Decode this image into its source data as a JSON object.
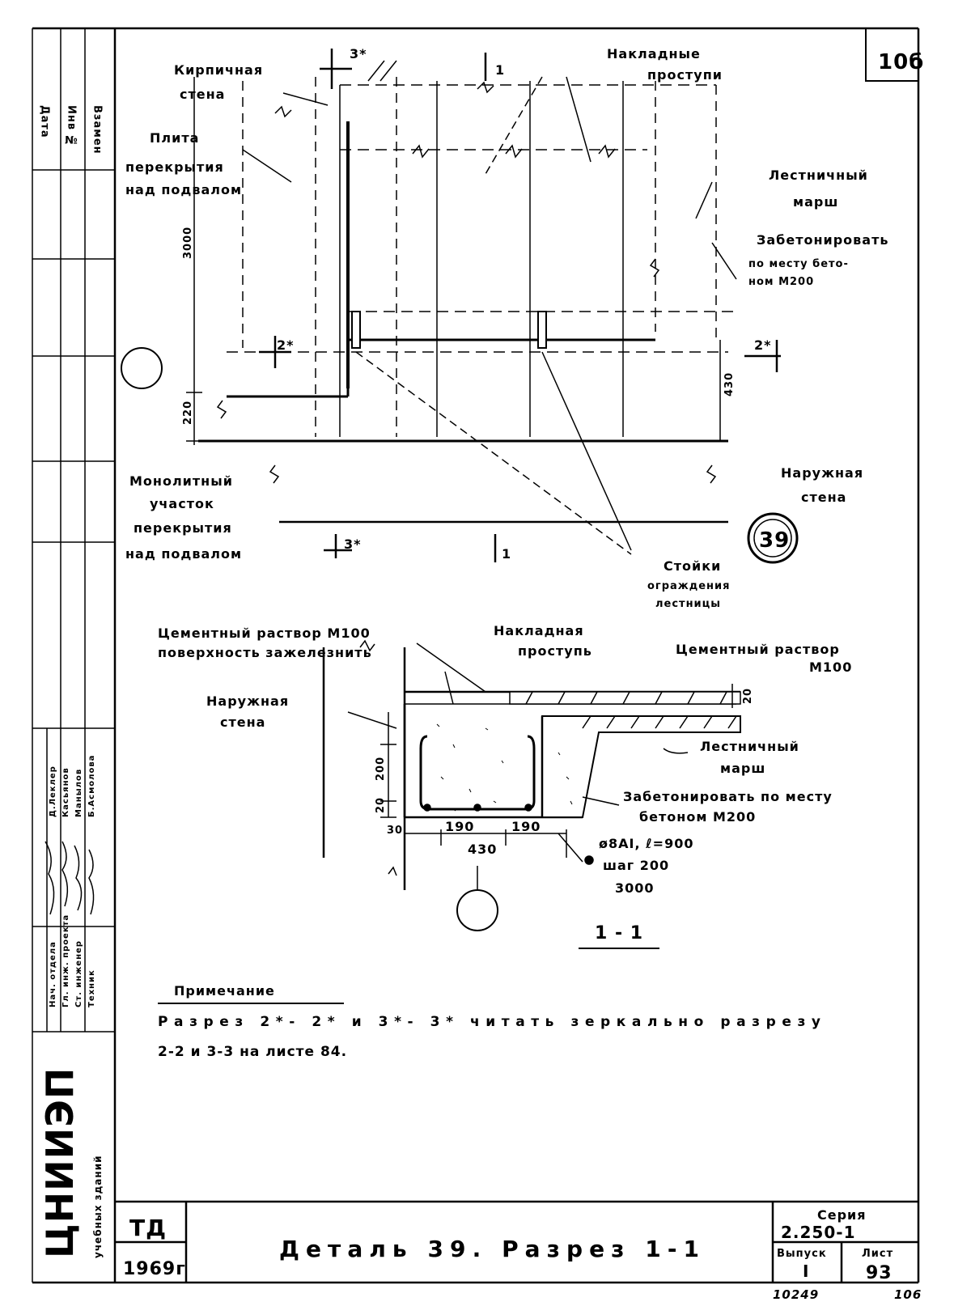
{
  "sheet": {
    "page_corner": "10б",
    "main_plan": {
      "labels": {
        "brick_wall": [
          "Кирпичная",
          "стена"
        ],
        "slab": [
          "Плита",
          "перекрытия",
          "над подвалом"
        ],
        "overlay_treads": [
          "Накладные",
          "проступи"
        ],
        "stair_flight": [
          "Лестничный",
          "марш"
        ],
        "concrete_note": [
          "Забетонировать",
          "по месту бето-",
          "ном М200"
        ],
        "monolithic": [
          "Монолитный",
          "участок",
          "перекрытия",
          "над подвалом"
        ],
        "outer_wall": [
          "Наружная",
          "стена"
        ],
        "posts": [
          "Стойки",
          "ограждения",
          "лестницы"
        ]
      },
      "dims": {
        "d3000": "3000",
        "d220": "220",
        "d430": "430"
      },
      "section_marks": {
        "s3_top": "3*",
        "s1_top": "1",
        "s2_left": "2*",
        "s2_right": "2*",
        "s3_bottom": "3*",
        "s1_bottom": "1"
      },
      "detail_ref": "39"
    },
    "section": {
      "labels": {
        "cement_mortar_left": [
          "Цементный раствор М100",
          "поверхность зажелезнить"
        ],
        "overlay_tread": [
          "Накладная",
          "проступь"
        ],
        "cement_mortar_right": [
          "Цементный раствор",
          "М100"
        ],
        "outer_wall": [
          "Наружная",
          "стена"
        ],
        "stair_flight": [
          "Лестничный",
          "марш"
        ],
        "concrete_note": [
          "Забетонировать по месту",
          "бетоном М200"
        ],
        "rebar": [
          "ø8AI, ℓ=900",
          "шаг 200",
          "3000"
        ],
        "title": "1 - 1"
      },
      "dims": {
        "d20_top": "20",
        "d200": "200",
        "d20_side": "20",
        "d30": "30",
        "d190a": "190",
        "d190b": "190",
        "d430": "430"
      }
    },
    "note": {
      "heading": "Примечание",
      "line1": "Разрез 2*- 2* и 3*- 3* читать зеркально разрезу",
      "line2": "2-2 и 3-3 на листе 84."
    },
    "left_margin": {
      "stamp_top": [
        "Дата",
        "Инв №",
        "Взамен"
      ],
      "staff_roles": [
        "Нач. отдела",
        "Гл. инж. проекта",
        "Ст. инженер",
        "Техник"
      ],
      "staff_names": [
        "Д.Леклер",
        "Касьянов",
        "Манылов",
        "Б.Асмолова"
      ],
      "org": "ЦНИИЭП",
      "org_sub": "учебных зданий"
    },
    "title_block": {
      "doc_type": "ТД",
      "year": "1969г",
      "title": "Деталь 39. Разрез 1-1",
      "series_label": "Серия",
      "series_value": "2.250-1",
      "issue_label": "Выпуск",
      "issue_value": "I",
      "sheet_label": "Лист",
      "sheet_value": "93"
    },
    "footer": {
      "archive_no": "10249",
      "page_no": "106"
    }
  }
}
